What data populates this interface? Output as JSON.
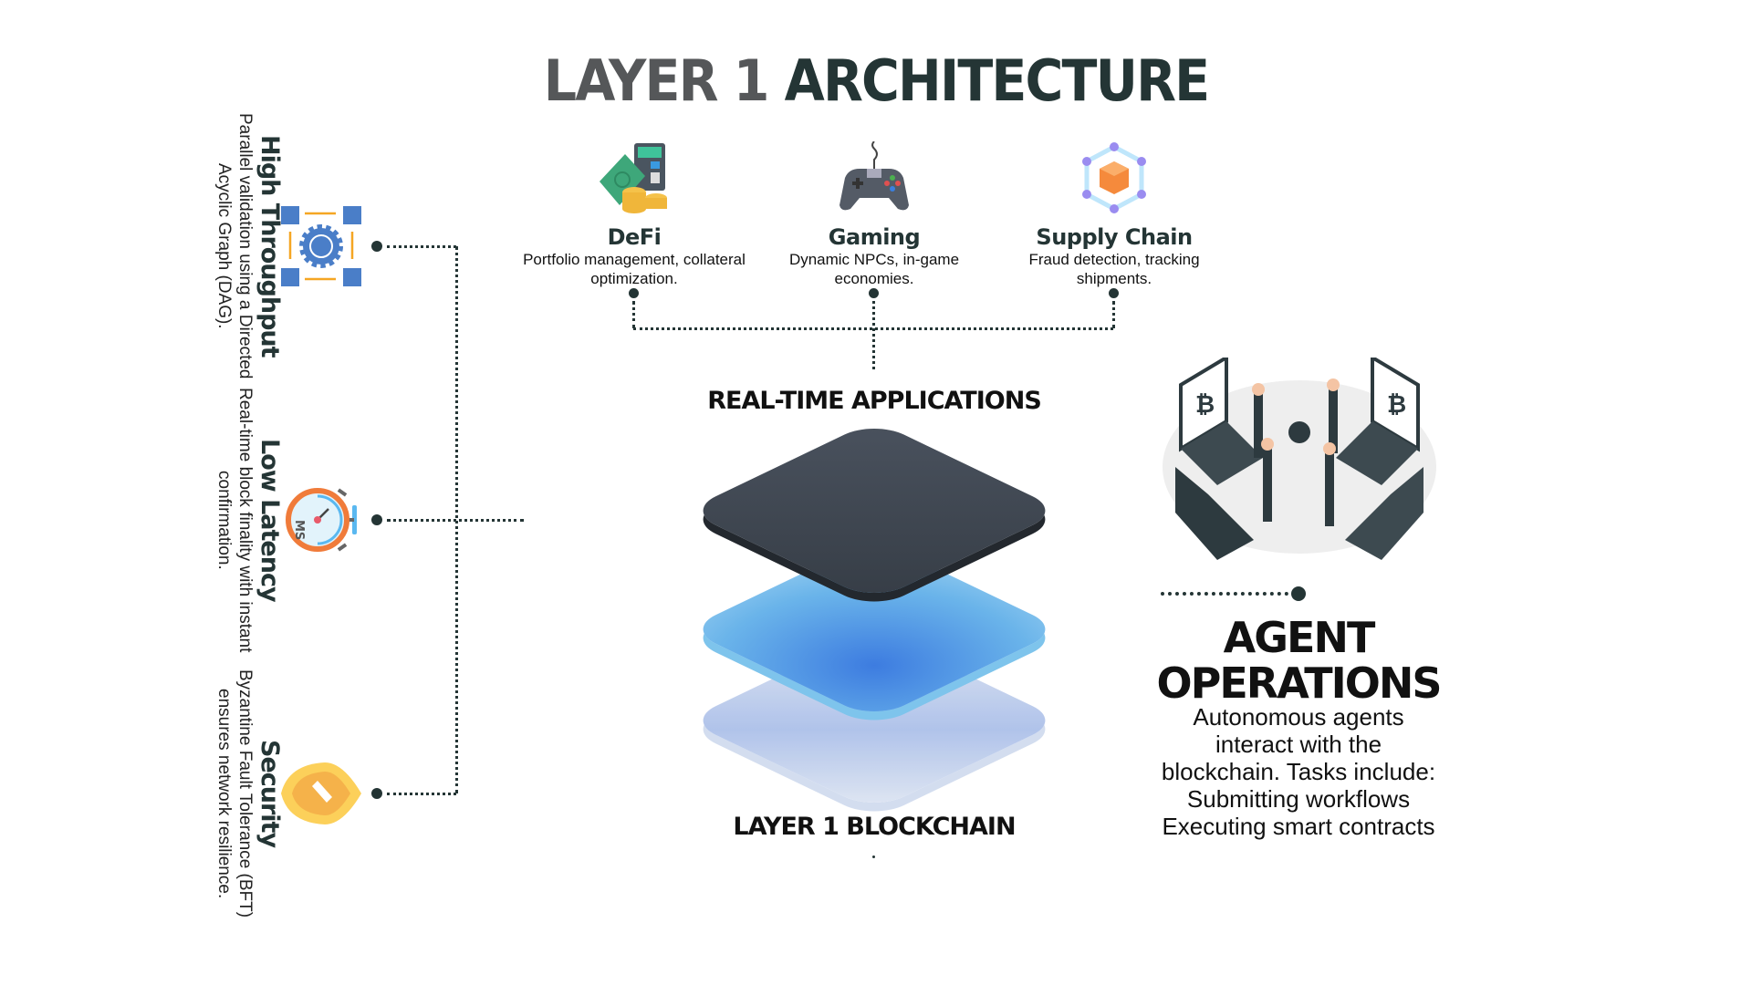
{
  "title": {
    "part1": "LAYER 1",
    "part2": "ARCHITECTURE"
  },
  "features": [
    {
      "title": "High Throughput",
      "description": "Parallel validation using a Directed Acyclic Graph (DAG).",
      "icon": "gear-network-icon"
    },
    {
      "title": "Low Latency",
      "description": "Real-time block finality with instant confirmation.",
      "icon": "stopwatch-icon"
    },
    {
      "title": "Security",
      "description": "Byzantine Fault Tolerance (BFT) ensures network resilience.",
      "icon": "shield-icon"
    }
  ],
  "applications": [
    {
      "title": "DeFi",
      "description": "Portfolio management, collateral optimization.",
      "icon": "money-calculator-icon"
    },
    {
      "title": "Gaming",
      "description": "Dynamic NPCs, in-game economies.",
      "icon": "gamepad-icon"
    },
    {
      "title": "Supply Chain",
      "description": "Fraud detection, tracking shipments.",
      "icon": "package-network-icon"
    }
  ],
  "stack": {
    "top_label": "REAL-TIME APPLICATIONS",
    "bottom_label": "LAYER 1 BLOCKCHAIN"
  },
  "agent": {
    "title_line1": "AGENT",
    "title_line2": "OPERATIONS",
    "description": [
      "Autonomous agents",
      "interact with the",
      "blockchain. Tasks include:",
      "Submitting workflows",
      "Executing smart contracts"
    ]
  },
  "colors": {
    "dark": "#243535",
    "gray": "#555759",
    "blue": "#4a86d8",
    "orange": "#f5a623"
  }
}
